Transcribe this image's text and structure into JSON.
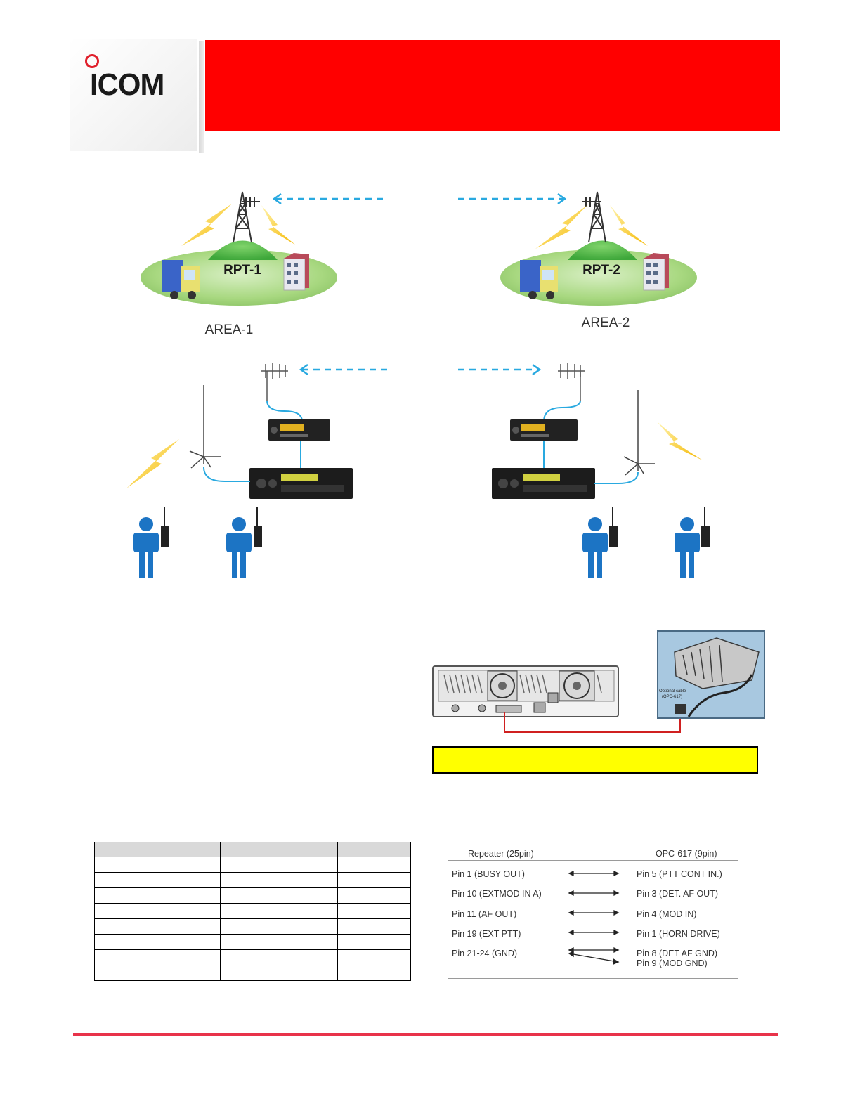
{
  "header": {
    "brand": "ICOM",
    "bar_color": "#ff0000"
  },
  "diagram": {
    "repeater_1_label": "RPT-1",
    "repeater_2_label": "RPT-2",
    "area_1_label": "AREA-1",
    "area_2_label": "AREA-2",
    "link_color": "#29a9e0",
    "area_color": "#a8d880"
  },
  "pin_table": {
    "header_left": "Repeater (25pin)",
    "header_right": "OPC-617 (9pin)",
    "rows": [
      {
        "left": "Pin 1 (BUSY OUT)",
        "right": "Pin 5 (PTT CONT IN.)"
      },
      {
        "left": "Pin 10 (EXTMOD IN A)",
        "right": "Pin 3 (DET. AF OUT)"
      },
      {
        "left": "Pin 11 (AF OUT)",
        "right": "Pin 4 (MOD IN)"
      },
      {
        "left": "Pin 19 (EXT PTT)",
        "right": "Pin 1 (HORN DRIVE)"
      },
      {
        "left": "Pin 21-24 (GND)",
        "right": "Pin 8 (DET AF GND)"
      }
    ],
    "extra_right": "Pin 9 (MOD GND)"
  },
  "photo_labels": {
    "optional_cable": "Optional cable",
    "opc": "(OPC-617)"
  },
  "footer": {
    "line_color": "#e8334a"
  }
}
